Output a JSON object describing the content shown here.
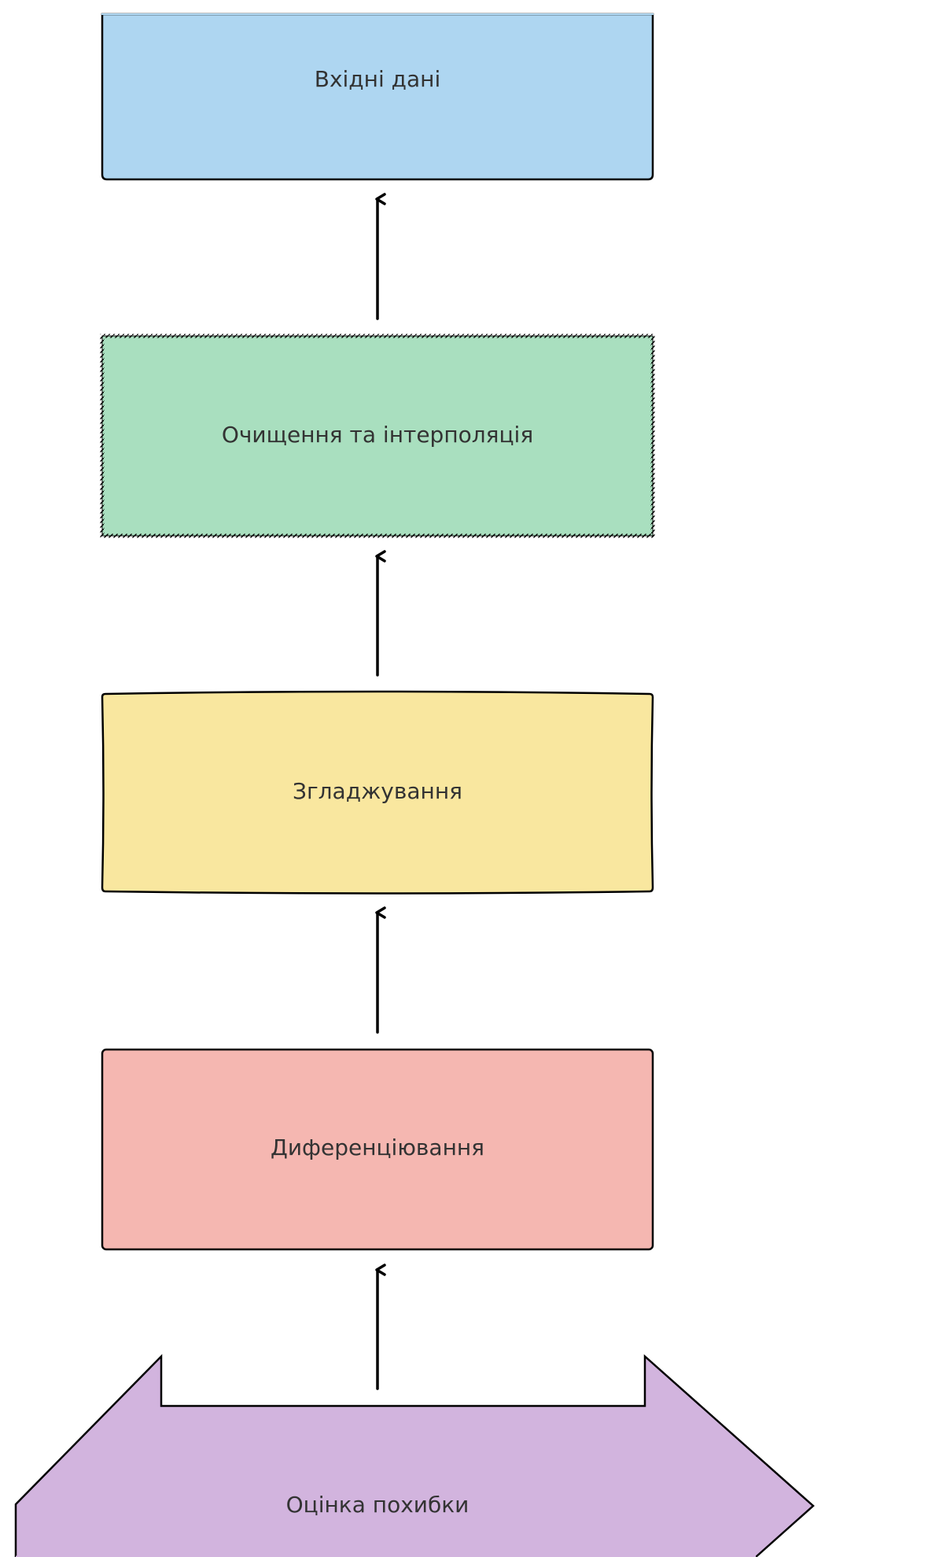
{
  "diagram": {
    "nodes": [
      {
        "id": "input",
        "label": "Вхідні дані",
        "shape": "rectangle",
        "fill": "#aed6f1"
      },
      {
        "id": "cleaning",
        "label": "Очищення та інтерполяція",
        "shape": "rectangle-hatched-border",
        "fill": "#a9dfbf"
      },
      {
        "id": "smoothing",
        "label": "Згладжування",
        "shape": "rectangle-concave",
        "fill": "#f9e79f"
      },
      {
        "id": "differentiation",
        "label": "Диференціювання",
        "shape": "rectangle",
        "fill": "#f5b7b1"
      },
      {
        "id": "error",
        "label": "Оцінка похибки",
        "shape": "double-arrow-notched",
        "fill": "#d2b4de"
      }
    ],
    "edges": [
      {
        "from": "cleaning",
        "to": "input"
      },
      {
        "from": "smoothing",
        "to": "cleaning"
      },
      {
        "from": "differentiation",
        "to": "smoothing"
      },
      {
        "from": "error",
        "to": "differentiation"
      }
    ],
    "stroke_color": "#000000",
    "text_color": "#333333"
  }
}
